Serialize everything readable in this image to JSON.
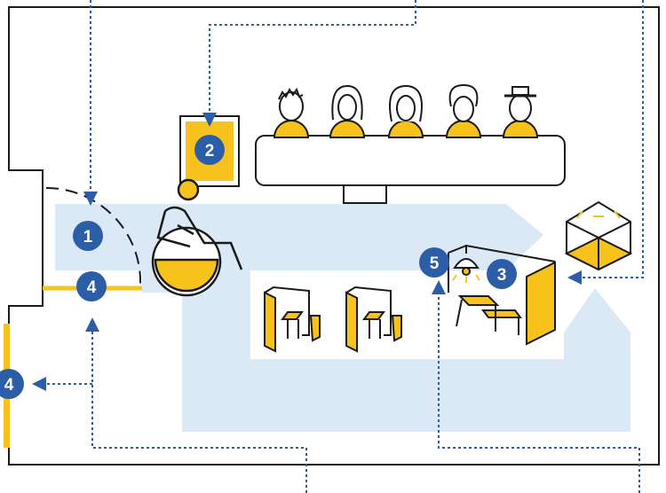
{
  "colors": {
    "accent_yellow": "#f8c21c",
    "marker_blue": "#2c5ea8",
    "path_fill": "#dbe8f6",
    "outline": "#1a1a1a",
    "connector_blue": "#2c5ea8"
  },
  "markers": [
    {
      "id": "marker-1",
      "label": "1"
    },
    {
      "id": "marker-2",
      "label": "2"
    },
    {
      "id": "marker-3",
      "label": "3"
    },
    {
      "id": "marker-4-door",
      "label": "4"
    },
    {
      "id": "marker-4-side",
      "label": "4"
    },
    {
      "id": "marker-5",
      "label": "5"
    }
  ],
  "icons": {
    "wheelchair": "wheelchair-user-icon",
    "panel": "judging-panel-icon",
    "booths": "private-booth-icon",
    "table": "accessible-table-icon",
    "lamp": "lighting-icon",
    "box": "sensory-box-icon",
    "sign": "signage-icon"
  }
}
